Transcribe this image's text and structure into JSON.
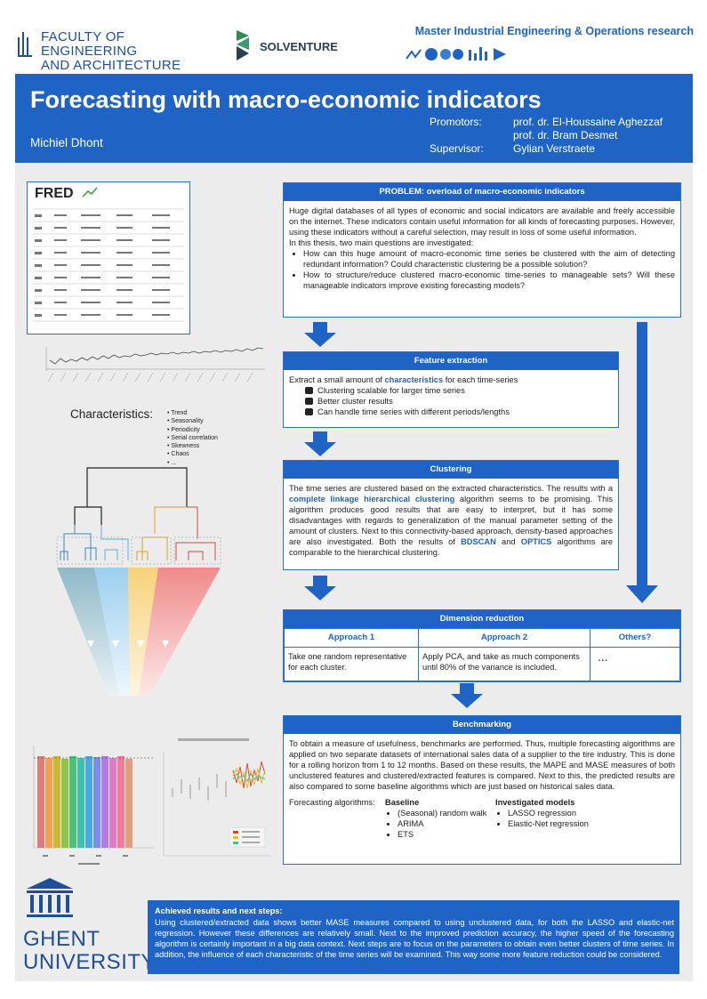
{
  "logos": {
    "faculty": [
      "FACULTY OF ENGINEERING",
      "AND ARCHITECTURE"
    ],
    "solventure": "SOLVENTURE",
    "fred": "FRED",
    "ghent": [
      "GHENT",
      "UNIVERSITY"
    ]
  },
  "program": "Master Industrial Engineering & Operations research",
  "header": {
    "title": "Forecasting with macro-economic indicators",
    "author": "Michiel Dhont",
    "promotors_label": "Promotors:",
    "promotor1": "prof. dr. El-Houssaine Aghezzaf",
    "promotor2": "prof. dr. Bram Desmet",
    "supervisor_label": "Supervisor:",
    "supervisor": "Gylian Verstraete"
  },
  "problem": {
    "title": "PROBLEM: overload of macro-economic indicators",
    "p1": "Huge digital databases of all types of economic and social indicators are available and freely accessible on the internet. These indicators contain useful information for all kinds of forecasting purposes. However, using these indicators without a careful selection, may result in loss of some useful information.",
    "p2": "In this thesis, two main questions are investigated:",
    "q1": "How can this huge amount of macro-economic time series be clustered with the aim of detecting redundant information? Could characteristic clustering be a possible solution?",
    "q2": "How to structure/reduce clustered macro-economic time-series to manageable sets? Will these manageable indicators improve existing forecasting models?"
  },
  "feature": {
    "title": "Feature extraction",
    "intro_a": "Extract a small amount of ",
    "intro_hl": "characteristics",
    "intro_b": " for each time-series",
    "items": [
      "Clustering scalable for larger time series",
      "Better cluster results",
      "Can handle time series with different periods/lengths"
    ]
  },
  "characteristics": {
    "label": "Characteristics:",
    "items": [
      "Trend",
      "Seasonality",
      "Periodicity",
      "Serial correlation",
      "Skewness",
      "Chaos",
      "..."
    ]
  },
  "clustering": {
    "title": "Clustering",
    "t1": "The time series are clustered based on the extracted characteristics. The results with a ",
    "hl1": "complete linkage hierarchical clustering",
    "t2": " algorithm seems to be promising. This algorithm produces good results that are easy to interpret, but it has some disadvantages with regards to generalization of the manual parameter setting of the amount of clusters. Next to this connectivity-based approach, density-based approaches are also investigated. Both the results of ",
    "hl2": "BDSCAN",
    "t3": " and ",
    "hl3": "OPTICS",
    "t4": " algorithms are comparable to the hierarchical clustering."
  },
  "dimension": {
    "title": "Dimension reduction",
    "col1": "Approach 1",
    "col2": "Approach 2",
    "col3": "Others?",
    "c1": "Take one random representative for each cluster.",
    "c2": "Apply PCA, and take as much components until 80% of the variance is included.",
    "c3": "..."
  },
  "benchmarking": {
    "title": "Benchmarking",
    "p1": "To obtain a measure of usefulness, benchmarks are performed. Thus, multiple forecasting algorithms are applied on two separate datasets of international sales data of a supplier to the tire industry. This is done for a rolling horizon from 1 to 12 months. Based on these results, the MAPE and MASE measures of both unclustered features and clustered/extracted features is compared. Next to this, the predicted results are also compared to some baseline algorithms which are just based on historical sales data.",
    "alg_label": "Forecasting algorithms:",
    "baseline_title": "Baseline",
    "baseline": [
      "(Seasonal) random walk",
      "ARIMA",
      "ETS"
    ],
    "invest_title": "Investigated models",
    "invest": [
      "LASSO regression",
      "Elastic-Net regression"
    ]
  },
  "results": {
    "title": "Achieved results and next steps:",
    "text": "Using clustered/extracted data shows better MASE measures compared to using unclustered data, for both the LASSO and elastic-net regression. However these differences are relatively small. Next to the improved prediction accuracy, the higher speed of the forecasting algorithm is certainly important in a big data context.  Next steps are to focus on the parameters to obtain even better clusters of time series. In addition, the influence of each characteristic of the time series will be examined. This way some more feature reduction could be considered."
  },
  "colors": {
    "primary": "#1f64c4",
    "panel": "#ececec"
  }
}
